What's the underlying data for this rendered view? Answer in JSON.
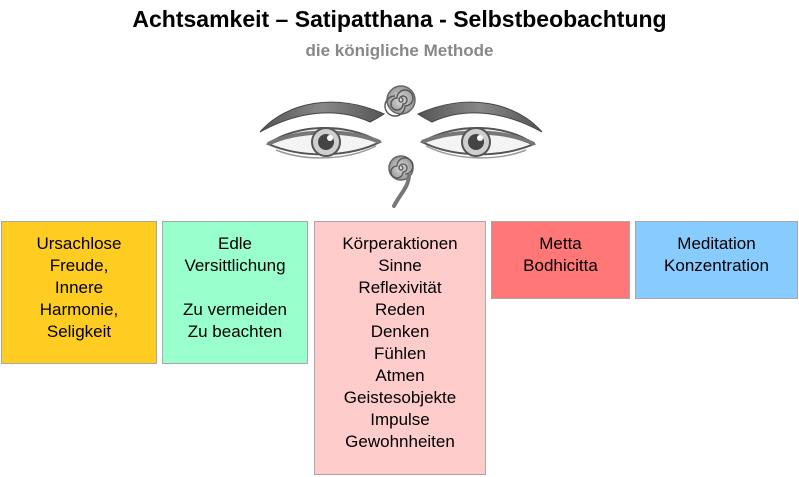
{
  "title": "Achtsamkeit – Satipatthana - Selbstbeobachtung",
  "subtitle": "die königliche Methode",
  "colors": {
    "box_yellow": "#ffcc22",
    "box_mint": "#99ffcc",
    "box_pink": "#ffcccc",
    "box_red": "#ff7777",
    "box_blue": "#88ccff",
    "subtitle": "#888888",
    "border": "#a8a8a8"
  },
  "emblem": {
    "icon": "buddha-eyes-icon"
  },
  "boxes": [
    {
      "color": "#ffcc22",
      "lines": [
        "Ursachlose",
        "Freude,",
        "Innere",
        "Harmonie,",
        "Seligkeit"
      ]
    },
    {
      "color": "#99ffcc",
      "lines": [
        "Edle",
        "Versittlichung",
        "",
        "Zu vermeiden",
        "Zu beachten"
      ]
    },
    {
      "color": "#ffcccc",
      "lines": [
        "Körperaktionen",
        "Sinne",
        "Reflexivität",
        "Reden",
        "Denken",
        "Fühlen",
        "Atmen",
        "Geistesobjekte",
        "Impulse",
        "Gewohnheiten"
      ]
    },
    {
      "color": "#ff7777",
      "lines": [
        "Metta",
        "Bodhicitta"
      ]
    },
    {
      "color": "#88ccff",
      "lines": [
        "Meditation",
        "Konzentration"
      ]
    }
  ]
}
